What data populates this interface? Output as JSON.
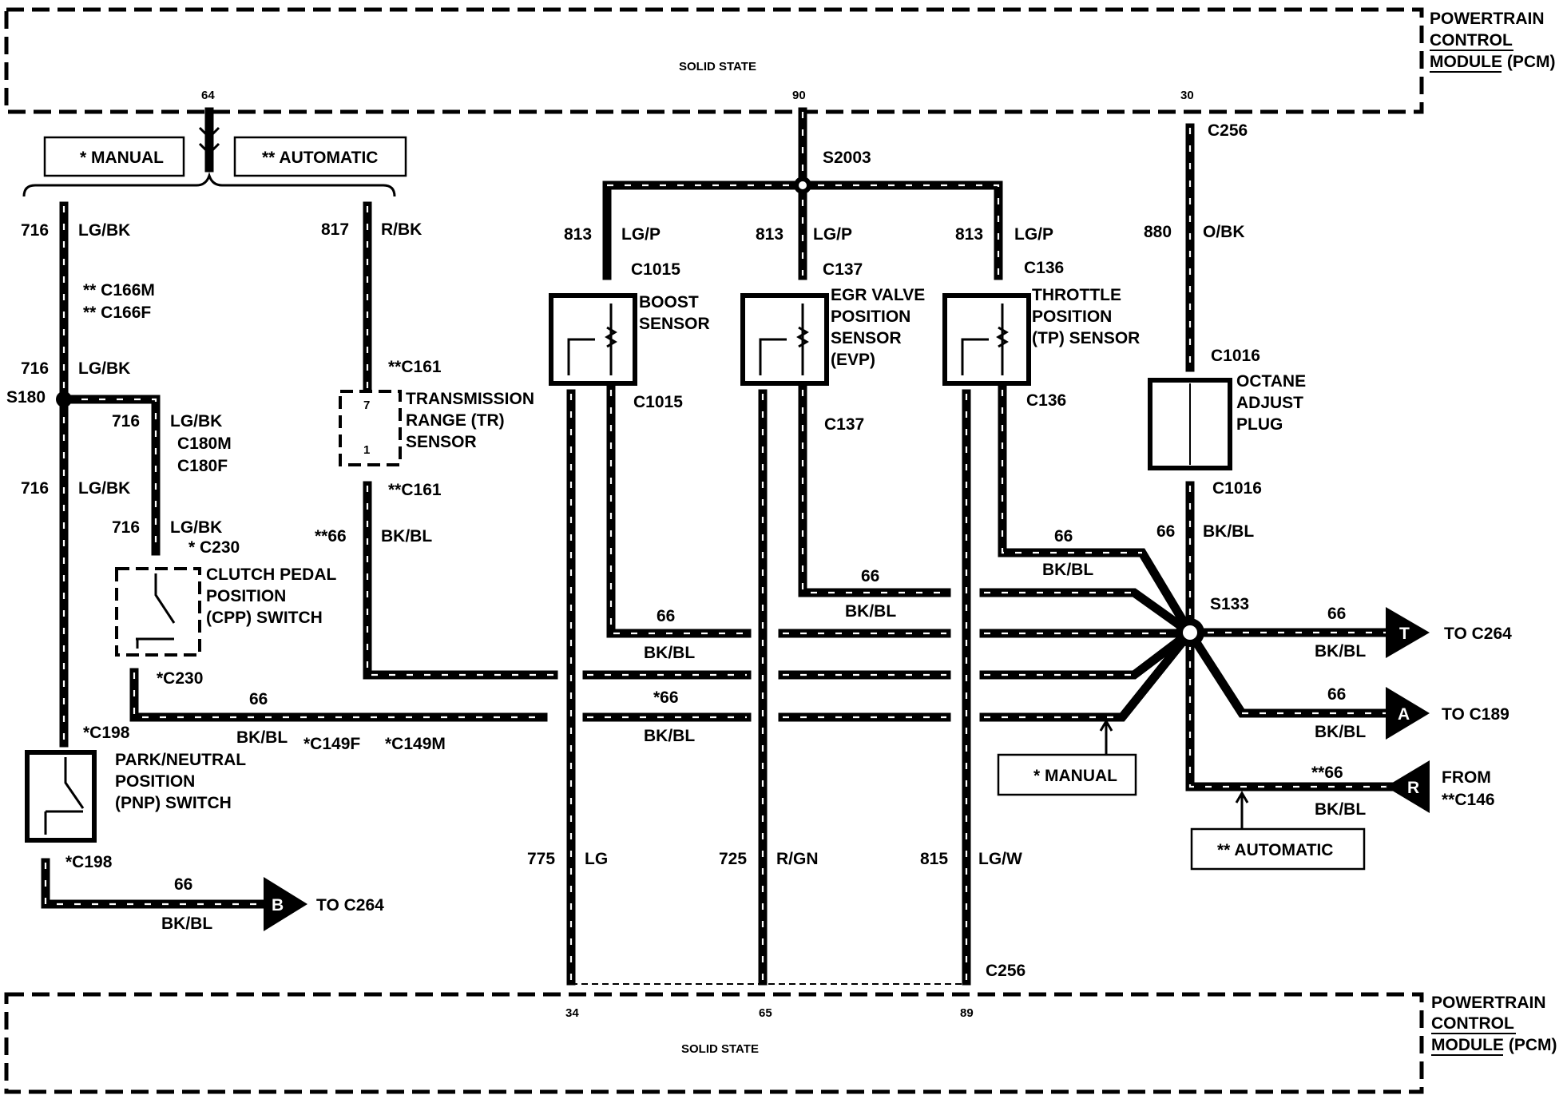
{
  "pcm": {
    "top_line1": "POWERTRAIN",
    "top_line2": "CONTROL",
    "top_line3": "MODULE (PCM)",
    "top_state": "SOLID STATE",
    "bottom_line1": "POWERTRAIN",
    "bottom_line2": "CONTROL",
    "bottom_line3": "MODULE (PCM)",
    "bottom_state": "SOLID STATE",
    "pin_top_64": "64",
    "pin_top_90": "90",
    "pin_top_30": "30",
    "pin_bot_34": "34",
    "pin_bot_65": "65",
    "pin_bot_89": "89"
  },
  "legend": {
    "manual_top": "* MANUAL",
    "automatic_top": "** AUTOMATIC",
    "manual_right": "* MANUAL",
    "automatic_right": "** AUTOMATIC"
  },
  "connectors": {
    "c256_top": "C256",
    "s2003": "S2003",
    "c166m": "** C166M",
    "c166f": "** C166F",
    "s180": "S180",
    "c180m": "C180M",
    "c180f": "C180F",
    "c230_top": "* C230",
    "c230_bot": "*C230",
    "c161_top": "**C161",
    "c161_bot": "**C161",
    "c1015_top": "C1015",
    "c1015_bot": "C1015",
    "c137_top": "C137",
    "c137_bot": "C137",
    "c136_top": "C136",
    "c136_bot": "C136",
    "c1016_top": "C1016",
    "c1016_bot": "C1016",
    "s133": "S133",
    "c198_top": "*C198",
    "c198_bot": "*C198",
    "c149f": "*C149F",
    "c149m": "*C149M",
    "c256_bot": "C256"
  },
  "components": {
    "boost": [
      "BOOST",
      "SENSOR"
    ],
    "egr": [
      "EGR VALVE",
      "POSITION",
      "SENSOR",
      "(EVP)"
    ],
    "tp": [
      "THROTTLE",
      "POSITION",
      "(TP) SENSOR"
    ],
    "octane": [
      "OCTANE",
      "ADJUST",
      "PLUG"
    ],
    "tr": [
      "TRANSMISSION",
      "RANGE (TR)",
      "SENSOR"
    ],
    "tr_pin7": "7",
    "tr_pin1": "1",
    "cpp": [
      "CLUTCH PEDAL",
      "POSITION",
      "(CPP) SWITCH"
    ],
    "pnp": [
      "PARK/NEUTRAL",
      "POSITION",
      "(PNP) SWITCH"
    ]
  },
  "wires": {
    "w716_a_num": "716",
    "w716_a_col": "LG/BK",
    "w716_b_num": "716",
    "w716_b_col": "LG/BK",
    "w716_c_num": "716",
    "w716_c_col": "LG/BK",
    "w716_d_num": "716",
    "w716_d_col": "LG/BK",
    "w716_e_num": "716",
    "w716_e_col": "LG/BK",
    "w817_num": "817",
    "w817_col": "R/BK",
    "w66_tr_num": "**66",
    "w66_tr_col": "BK/BL",
    "w813_a_num": "813",
    "w813_a_col": "LG/P",
    "w813_b_num": "813",
    "w813_b_col": "LG/P",
    "w813_c_num": "813",
    "w813_c_col": "LG/P",
    "w880_num": "880",
    "w880_col": "O/BK",
    "w66_oct_num": "66",
    "w66_oct_col": "BK/BL",
    "w66_tp_num": "66",
    "w66_tp_col": "BK/BL",
    "w66_egr_num": "66",
    "w66_egr_col": "BK/BL",
    "w66_boost_num": "66",
    "w66_boost_col": "BK/BL",
    "w66_man_num": "*66",
    "w66_man_col": "BK/BL",
    "w66_cpp_num": "66",
    "w66_cpp_col": "BK/BL",
    "w66_pnp_num": "66",
    "w66_pnp_col": "BK/BL",
    "w775_num": "775",
    "w775_col": "LG",
    "w725_num": "725",
    "w725_col": "R/GN",
    "w815_num": "815",
    "w815_col": "LG/W",
    "w66_t_num": "66",
    "w66_t_col": "BK/BL",
    "w66_a_num": "66",
    "w66_a_col": "BK/BL",
    "w66_r_num": "**66",
    "w66_r_col": "BK/BL"
  },
  "destinations": {
    "t_letter": "T",
    "t_text": "TO C264",
    "a_letter": "A",
    "a_text": "TO C189",
    "r_letter": "R",
    "r_text1": "FROM",
    "r_text2": "**C146",
    "b_letter": "B",
    "b_text": "TO C264"
  }
}
